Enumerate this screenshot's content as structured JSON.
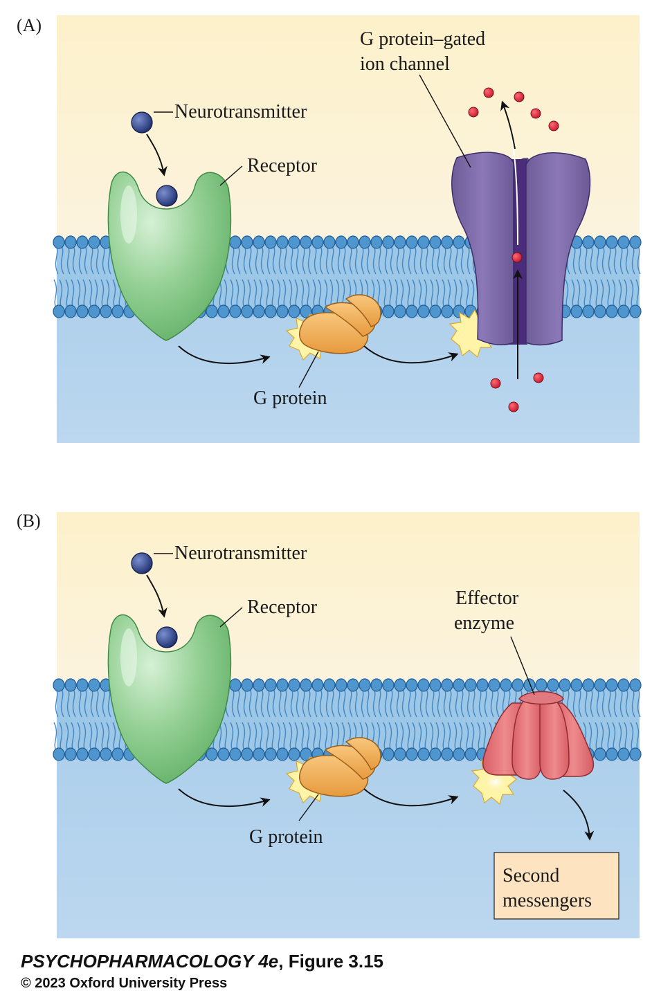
{
  "panels": {
    "a": {
      "letter": "(A)",
      "labels": {
        "neurotransmitter": "Neurotransmitter",
        "receptor": "Receptor",
        "g_protein": "G protein",
        "channel_line1": "G protein–gated",
        "channel_line2": "ion channel"
      }
    },
    "b": {
      "letter": "(B)",
      "labels": {
        "neurotransmitter": "Neurotransmitter",
        "receptor": "Receptor",
        "g_protein": "G protein",
        "enzyme_line1": "Effector",
        "enzyme_line2": "enzyme",
        "second_line1": "Second",
        "second_line2": "messengers"
      }
    }
  },
  "credit": {
    "book": "PSYCHOPHARMACOLOGY 4e",
    "figure": ", Figure 3.15",
    "copyright": "© 2023 Oxford University Press"
  },
  "colors": {
    "extracellular": "#fbf0cf",
    "intracellular": "#b9d6ee",
    "membrane_heads": "#4a90c8",
    "receptor": "#8fcc8f",
    "g_protein": "#f2b25c",
    "ion_channel": "#7e6aa8",
    "effector_enzyme": "#e2767a",
    "ions": "#d8283a",
    "neurotransmitter": "#2b3f86",
    "second_messenger_box": "#fde2bf"
  }
}
